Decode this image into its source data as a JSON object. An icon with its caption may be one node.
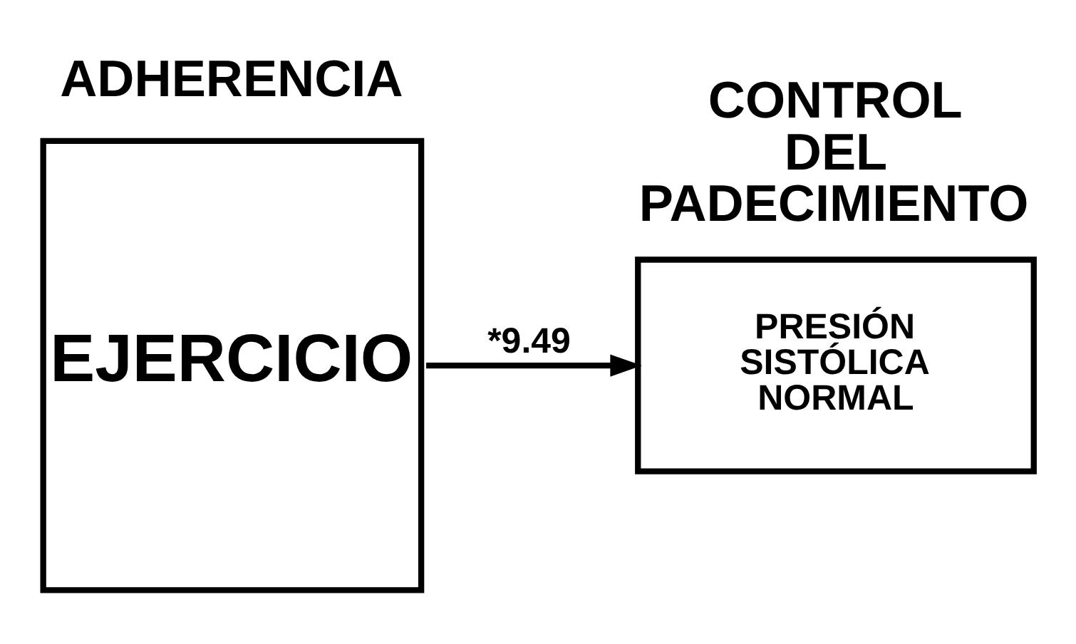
{
  "diagram": {
    "nodes": [
      {
        "text": [
          "ADHERENCIA",
          "EJERCICIO"
        ]
      },
      {
        "text": [
          "CONTROL DEL PADECIMIENTO",
          "PRESIÓN SISTÓLICA NORMAL"
        ]
      }
    ],
    "edges": [
      {
        "from": 0,
        "to": 1,
        "arrow": "to",
        "label": "*9.49"
      }
    ]
  }
}
